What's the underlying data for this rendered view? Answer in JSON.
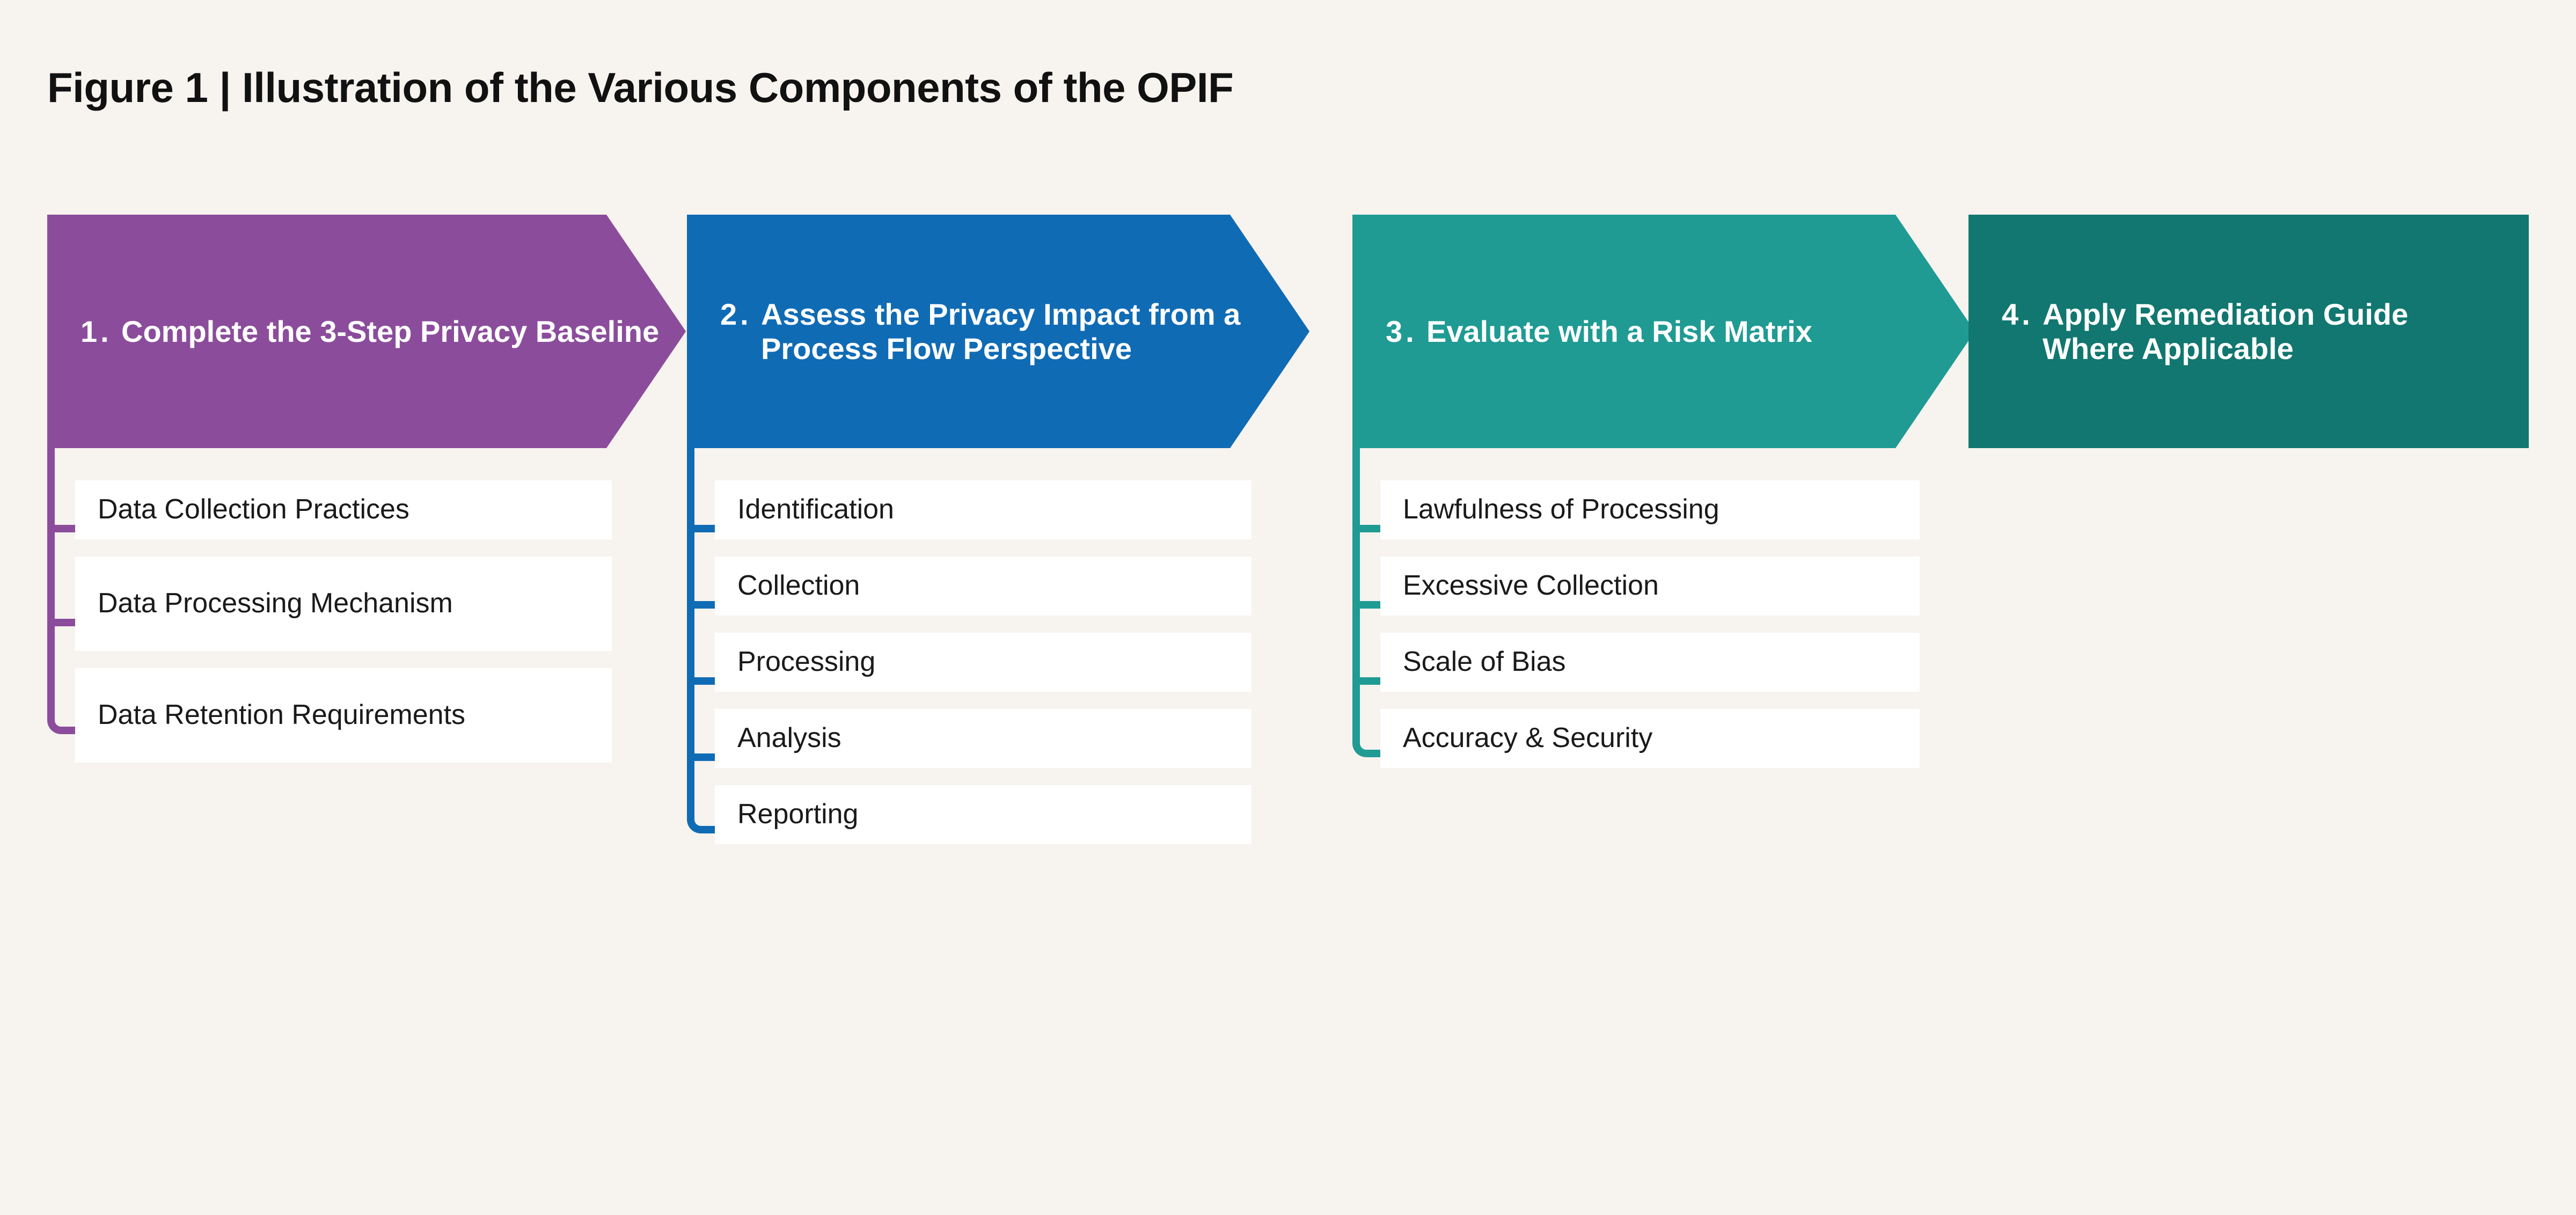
{
  "figure": {
    "title": "Figure 1 | Illustration of the Various Components of the OPIF"
  },
  "colors": {
    "background": "#F7F3EF",
    "stage_1": "#8B4D9B",
    "stage_2": "#106BB5",
    "stage_3": "#1F9B93",
    "stage_4": "#117770",
    "card_background": "#FFFFFF",
    "card_text": "#1A1A1A",
    "header_text": "#FFFFFF",
    "title_text": "#111111"
  },
  "stages": [
    {
      "number": "1.",
      "title": "Complete the 3-Step Privacy Baseline",
      "color": "#8B4D9B",
      "shape": "chevron-pointed",
      "items": [
        {
          "label": "Data Collection Practices",
          "height": 110
        },
        {
          "label": "Data Processing Mechanism",
          "height": 176
        },
        {
          "label": "Data Retention Requirements",
          "height": 176
        }
      ]
    },
    {
      "number": "2.",
      "title": "Assess the Privacy Impact from a Process Flow Perspective",
      "color": "#106BB5",
      "shape": "chevron-pointed",
      "items": [
        {
          "label": "Identification",
          "height": 110
        },
        {
          "label": "Collection",
          "height": 110
        },
        {
          "label": "Processing",
          "height": 110
        },
        {
          "label": "Analysis",
          "height": 110
        },
        {
          "label": "Reporting",
          "height": 110
        }
      ]
    },
    {
      "number": "3.",
      "title": "Evaluate with a Risk Matrix",
      "color": "#1F9B93",
      "shape": "chevron-pointed",
      "items": [
        {
          "label": "Lawfulness of Processing",
          "height": 110
        },
        {
          "label": "Excessive Collection",
          "height": 110
        },
        {
          "label": "Scale of Bias",
          "height": 110
        },
        {
          "label": "Accuracy & Security",
          "height": 110
        }
      ]
    },
    {
      "number": "4.",
      "title": "Apply Remediation Guide Where Applicable",
      "color": "#117770",
      "shape": "rectangle",
      "items": []
    }
  ]
}
